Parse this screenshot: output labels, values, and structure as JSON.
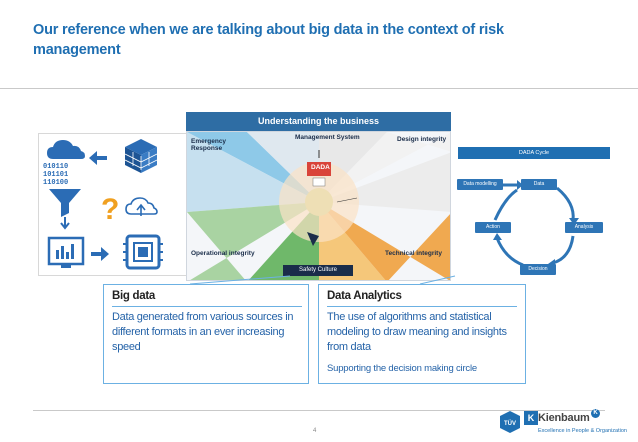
{
  "title": "Our reference when we are talking about big data in the context of risk management",
  "understanding": {
    "header": "Understanding the business",
    "labels": {
      "management_system": "Management System",
      "dada": "DADA",
      "emergency_response": "Emergency Response",
      "design_integrity": "Design integrity",
      "operational_integrity": "Operational integrity",
      "technical_integrity": "Technical integrity",
      "safety_culture": "Safety Culture"
    }
  },
  "dada_cycle": {
    "header": "DADA Cycle",
    "nodes": {
      "data_modelling": "Data modelling",
      "data": "Data",
      "analysis": "Analysis",
      "decision": "Decision",
      "action": "Action"
    }
  },
  "big_data": {
    "heading": "Big data",
    "body": "Data generated from various sources in different formats in an ever increasing speed"
  },
  "data_analytics": {
    "heading": "Data Analytics",
    "body": "The use of algorithms and statistical modeling to draw meaning and insights from data",
    "sub": "Supporting the decision making circle"
  },
  "footer": {
    "page": "4",
    "brand": "Kienbaum",
    "brand_mark": "K",
    "tagline": "Excellence in People & Organization"
  },
  "icons": [
    "cloud-icon",
    "database-cube-icon",
    "binary-data-icon",
    "question-mark-icon",
    "cloud-upload-icon",
    "funnel-icon",
    "monitor-chart-icon",
    "processor-icon"
  ],
  "colors": {
    "title": "#1f6fb2",
    "accent_blue": "#2e6da4",
    "icon_blue": "#2b6cb5",
    "question_orange": "#f0a020",
    "callout_border": "#6cb1e3",
    "body_text": "#2563a8"
  }
}
